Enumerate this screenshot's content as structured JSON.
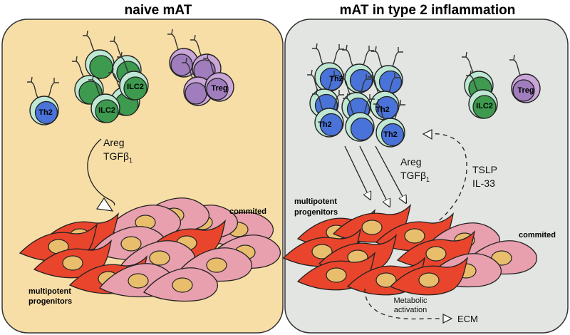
{
  "titles": {
    "left": "naive mAT",
    "right": "mAT in type 2 inflammation"
  },
  "cell_labels": {
    "th2": "Th2",
    "ilc2": "ILC2",
    "treg": "Treg"
  },
  "left_panel": {
    "signal_line1": "Areg",
    "signal_line2": "TGFβ",
    "signal_subscript": "1",
    "label_commited": "commited",
    "label_progenitors_line1": "multipotent",
    "label_progenitors_line2": "progenitors"
  },
  "right_panel": {
    "signal_line1": "Areg",
    "signal_line2": "TGFβ",
    "signal_subscript": "1",
    "feedback_line1": "TSLP",
    "feedback_line2": "IL-33",
    "label_progenitors_line1": "multipotent",
    "label_progenitors_line2": "progenitors",
    "label_commited": "commited",
    "metabolic_line1": "Metabolic",
    "metabolic_line2": "activation",
    "ecm": "ECM"
  },
  "colors": {
    "naive_bg": "#f6dea6",
    "inflamed_bg": "#e2e5e2",
    "th2_body": "#bfe8d4",
    "th2_nucleus": "#4a73d9",
    "ilc2_body": "#bfe8d4",
    "ilc2_nucleus": "#3d9a4e",
    "treg_body": "#c9a5d8",
    "treg_nucleus": "#a07dbd",
    "progenitor": "#e8452c",
    "committed": "#e89fae",
    "cell_nucleus": "#e8be6d"
  }
}
